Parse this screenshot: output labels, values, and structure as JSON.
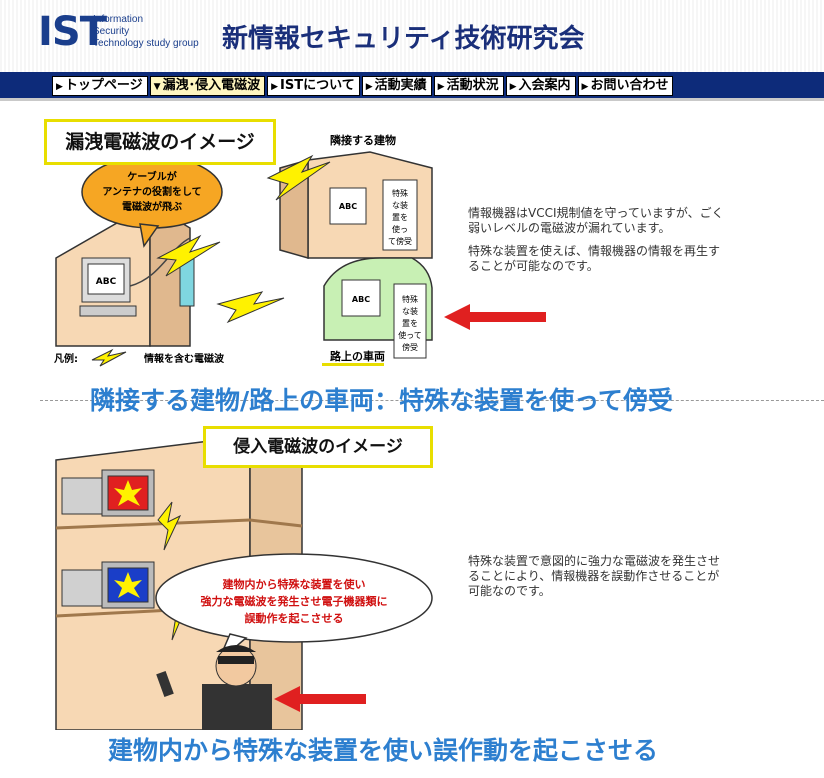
{
  "header": {
    "logo_main": "IST",
    "logo_sub": [
      "Information",
      "Security",
      "Technology study group"
    ],
    "site_title": "新情報セキュリティ技術研究会"
  },
  "nav": {
    "items": [
      {
        "label": "トップページ",
        "active": false
      },
      {
        "label": "漏洩･侵入電磁波",
        "active": true
      },
      {
        "label": "ISTについて",
        "active": false
      },
      {
        "label": "活動実績",
        "active": false
      },
      {
        "label": "活動状況",
        "active": false
      },
      {
        "label": "入会案内",
        "active": false
      },
      {
        "label": "お問い合わせ",
        "active": false
      }
    ]
  },
  "leak": {
    "title": "漏洩電磁波のイメージ",
    "bubble": [
      "ケーブルが",
      "アンテナの役割をして",
      "電磁波が飛ぶ"
    ],
    "adjacent_building_label": "隣接する建物",
    "device_label": [
      "特",
      "殊",
      "な",
      "装",
      "置",
      "を",
      "使",
      "っ",
      "て",
      "傍",
      "受"
    ],
    "device_text": "特殊な装置を使って傍受",
    "vehicle_label": "路上の車両",
    "screen_text": "ABC",
    "legend_prefix": "凡例:",
    "legend_text": "情報を含む電磁波",
    "description": [
      "情報機器はVCCI規制値を守っていますが、ごく弱いレベルの電磁波が漏れています。",
      "特殊な装置を使えば、情報機器の情報を再生することが可能なのです。"
    ],
    "caption": "隣接する建物/路上の車両：特殊な装置を使って傍受"
  },
  "intrusion": {
    "title": "侵入電磁波のイメージ",
    "bubble": [
      "建物内から特殊な装置を使い",
      "強力な電磁波を発生させ電子機器類に",
      "誤動作を起こさせる"
    ],
    "description": [
      "特殊な装置で意図的に強力な電磁波を発生させることにより、情報機器を誤動作させることが可能なのです。"
    ],
    "caption": "建物内から特殊な装置を使い誤作動を起こさせる"
  },
  "colors": {
    "brand": "#1a3e8c",
    "nav_bg": "#0d2b7a",
    "highlight": "#e8de00",
    "bolt": "#fff200",
    "arrow": "#e02020",
    "caption": "#2d7fcf",
    "bubble": "#f6a623"
  }
}
